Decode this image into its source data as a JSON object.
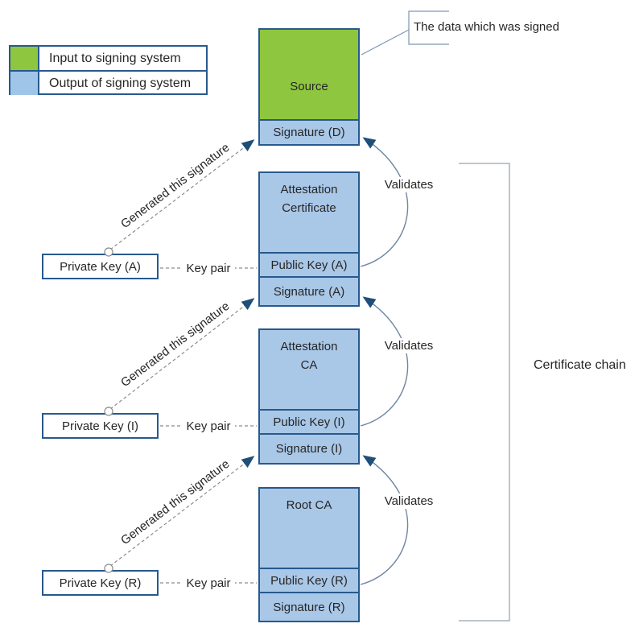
{
  "legend": {
    "items": [
      {
        "swatch": "input-green",
        "label": "Input to signing system"
      },
      {
        "swatch": "output-blue",
        "label": "Output of signing system"
      }
    ]
  },
  "callout": {
    "text": "The data which was signed"
  },
  "source_box": {
    "title": "Source",
    "signature_label": "Signature (D)"
  },
  "certificates": [
    {
      "title": "Attestation\nCertificate",
      "public_key_label": "Public Key (A)",
      "signature_label": "Signature (A)"
    },
    {
      "title": "Attestation\nCA",
      "public_key_label": "Public Key (I)",
      "signature_label": "Signature (I)"
    },
    {
      "title": "Root CA",
      "public_key_label": "Public Key (R)",
      "signature_label": "Signature (R)"
    }
  ],
  "private_keys": [
    {
      "label": "Private Key (A)"
    },
    {
      "label": "Private Key (I)"
    },
    {
      "label": "Private Key (R)"
    }
  ],
  "connector_labels": {
    "generated_signature": "Generated this signature",
    "key_pair": "Key pair",
    "validates": "Validates"
  },
  "bracket": {
    "label": "Certificate chain"
  },
  "colors": {
    "input_green": "#8ec63f",
    "output_blue": "#9fc5e8",
    "box_blue": "#a9c7e7",
    "border_navy": "#27598e",
    "arrow_navy": "#1f4e79",
    "dash_gray": "#8c8c8c",
    "arc_gray_blue": "#6e86a2",
    "bracket_gray": "#a9b0ba",
    "text": "#262626"
  }
}
